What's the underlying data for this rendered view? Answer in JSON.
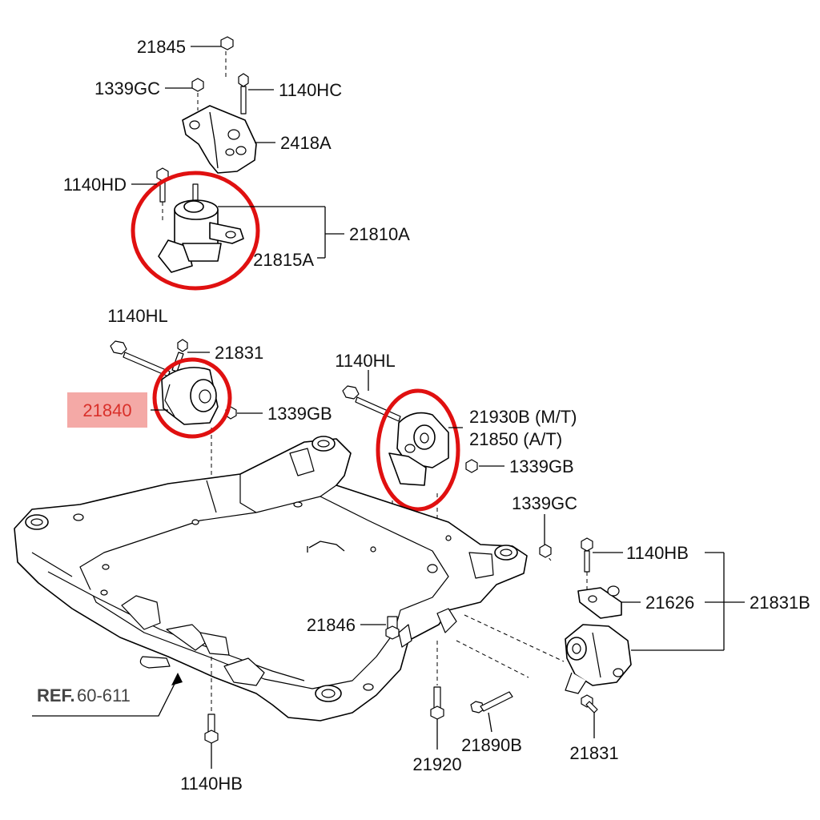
{
  "labels": {
    "l_21845": "21845",
    "l_1339gc_top": "1339GC",
    "l_1140hc": "1140HC",
    "l_2418a": "2418A",
    "l_1140hd": "1140HD",
    "l_21810a": "21810A",
    "l_21815a": "21815A",
    "l_1140hl_left": "1140HL",
    "l_21831_top": "21831",
    "l_21840": "21840",
    "l_1339gb_left": "1339GB",
    "l_1140hl_right": "1140HL",
    "l_21930b": "21930B (M/T)",
    "l_21850": "21850 (A/T)",
    "l_1339gb_right": "1339GB",
    "l_1339gc_right": "1339GC",
    "l_1140hb_right": "1140HB",
    "l_21626": "21626",
    "l_21831b": "21831B",
    "l_21846": "21846",
    "l_ref_prefix": "REF.",
    "l_ref_num": "60-611",
    "l_21920": "21920",
    "l_21890b": "21890B",
    "l_21831_bottom": "21831",
    "l_1140hb_bottom": "1140HB"
  },
  "colors": {
    "highlight_circle": "#e01010",
    "highlight_box": "#f4a9a6",
    "highlight_text": "#d9302a"
  },
  "highlighted_part": "21840"
}
